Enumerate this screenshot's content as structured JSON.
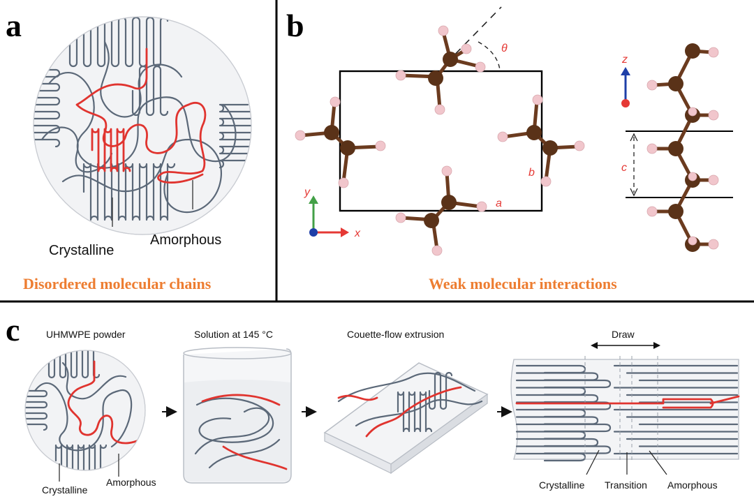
{
  "panels": {
    "a": {
      "letter": "a",
      "labels": {
        "crystalline": "Crystalline",
        "amorphous": "Amorphous"
      },
      "caption": "Disordered molecular chains"
    },
    "b": {
      "letter": "b",
      "angle_label": "θ",
      "cell_labels": {
        "a": "a",
        "b": "b",
        "c": "c"
      },
      "axes": {
        "x": "x",
        "y": "y",
        "z": "z"
      },
      "caption": "Weak molecular interactions"
    },
    "c": {
      "letter": "c",
      "steps": [
        "UHMWPE powder",
        "Solution at 145 °C",
        "Couette-flow extrusion"
      ],
      "draw_label": "Draw",
      "labels": {
        "crystalline_left": "Crystalline",
        "amorphous_left": "Amorphous",
        "crystalline_right": "Crystalline",
        "transition": "Transition",
        "amorphous_right": "Amorphous"
      }
    }
  },
  "colors": {
    "caption": "#ED7D31",
    "chain": "#5b6878",
    "highlight_chain": "#E0342F",
    "carbon": "#5a3218",
    "hydrogen": "#f1c6cc",
    "axis_x": "#E53935",
    "axis_y": "#43A047",
    "axis_z": "#1E3FA8"
  }
}
